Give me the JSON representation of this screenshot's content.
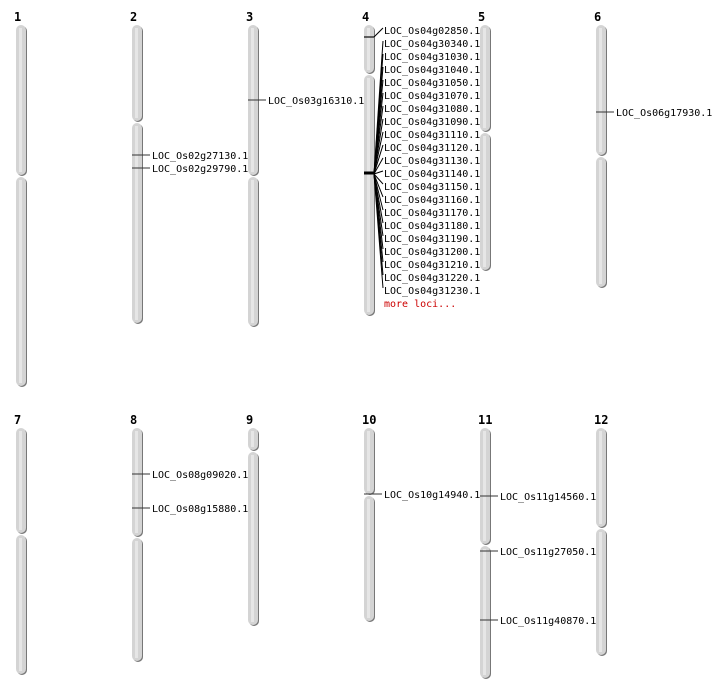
{
  "colors": {
    "chromosome_fill": "#d4d4d4",
    "chromosome_shadow": "#777777",
    "marker": "#000000",
    "more_link": "#cc0000"
  },
  "chromosomes": [
    {
      "name": "1",
      "loci": []
    },
    {
      "name": "2",
      "loci": [
        "LOC_Os02g27130.1",
        "LOC_Os02g29790.1"
      ]
    },
    {
      "name": "3",
      "loci": [
        "LOC_Os03g16310.1"
      ]
    },
    {
      "name": "4",
      "loci": [
        "LOC_Os04g02850.1",
        "LOC_Os04g30340.1",
        "LOC_Os04g31030.1",
        "LOC_Os04g31040.1",
        "LOC_Os04g31050.1",
        "LOC_Os04g31070.1",
        "LOC_Os04g31080.1",
        "LOC_Os04g31090.1",
        "LOC_Os04g31110.1",
        "LOC_Os04g31120.1",
        "LOC_Os04g31130.1",
        "LOC_Os04g31140.1",
        "LOC_Os04g31150.1",
        "LOC_Os04g31160.1",
        "LOC_Os04g31170.1",
        "LOC_Os04g31180.1",
        "LOC_Os04g31190.1",
        "LOC_Os04g31200.1",
        "LOC_Os04g31210.1",
        "LOC_Os04g31220.1",
        "LOC_Os04g31230.1"
      ],
      "more_label": "more loci..."
    },
    {
      "name": "5",
      "loci": []
    },
    {
      "name": "6",
      "loci": [
        "LOC_Os06g17930.1"
      ]
    },
    {
      "name": "7",
      "loci": []
    },
    {
      "name": "8",
      "loci": [
        "LOC_Os08g09020.1",
        "LOC_Os08g15880.1"
      ]
    },
    {
      "name": "9",
      "loci": []
    },
    {
      "name": "10",
      "loci": [
        "LOC_Os10g14940.1"
      ]
    },
    {
      "name": "11",
      "loci": [
        "LOC_Os11g14560.1",
        "LOC_Os11g27050.1",
        "LOC_Os11g40870.1"
      ]
    },
    {
      "name": "12",
      "loci": []
    }
  ]
}
